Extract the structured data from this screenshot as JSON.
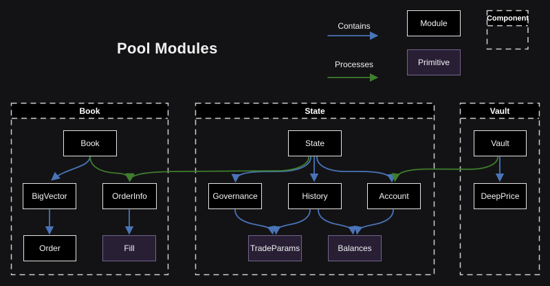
{
  "page_title": "Pool Modules",
  "legend": {
    "contains_label": "Contains",
    "processes_label": "Processes",
    "module_label": "Module",
    "primitive_label": "Primitive",
    "component_label": "Component"
  },
  "containers": {
    "book": {
      "title": "Book"
    },
    "state": {
      "title": "State"
    },
    "vault": {
      "title": "Vault"
    }
  },
  "nodes": {
    "book": {
      "label": "Book",
      "type": "module"
    },
    "bigvector": {
      "label": "BigVector",
      "type": "module"
    },
    "orderinfo": {
      "label": "OrderInfo",
      "type": "module"
    },
    "order": {
      "label": "Order",
      "type": "module"
    },
    "fill": {
      "label": "Fill",
      "type": "primitive"
    },
    "state": {
      "label": "State",
      "type": "module"
    },
    "governance": {
      "label": "Governance",
      "type": "module"
    },
    "history": {
      "label": "History",
      "type": "module"
    },
    "account": {
      "label": "Account",
      "type": "module"
    },
    "tradeparams": {
      "label": "TradeParams",
      "type": "primitive"
    },
    "balances": {
      "label": "Balances",
      "type": "primitive"
    },
    "vault": {
      "label": "Vault",
      "type": "module"
    },
    "deepprice": {
      "label": "DeepPrice",
      "type": "module"
    }
  },
  "edges": [
    {
      "from": "Book",
      "to": "BigVector",
      "type": "contains"
    },
    {
      "from": "BigVector",
      "to": "Order",
      "type": "contains"
    },
    {
      "from": "OrderInfo",
      "to": "Fill",
      "type": "contains"
    },
    {
      "from": "State",
      "to": "Governance",
      "type": "contains"
    },
    {
      "from": "State",
      "to": "History",
      "type": "contains"
    },
    {
      "from": "State",
      "to": "Account",
      "type": "contains"
    },
    {
      "from": "Governance",
      "to": "TradeParams",
      "type": "contains"
    },
    {
      "from": "History",
      "to": "TradeParams",
      "type": "contains"
    },
    {
      "from": "History",
      "to": "Balances",
      "type": "contains"
    },
    {
      "from": "Account",
      "to": "Balances",
      "type": "contains"
    },
    {
      "from": "Vault",
      "to": "DeepPrice",
      "type": "contains"
    },
    {
      "from": "Book",
      "to": "OrderInfo",
      "type": "processes"
    },
    {
      "from": "State",
      "to": "OrderInfo",
      "type": "processes"
    },
    {
      "from": "Vault",
      "to": "Account",
      "type": "processes"
    }
  ],
  "colors": {
    "background": "#131315",
    "contains_blue": "#4a74b8",
    "processes_green": "#3f7e2d",
    "module_fill": "#000000",
    "module_border": "#e7e7e7",
    "primitive_fill": "#281f35",
    "primitive_border": "#77648f",
    "dash_border": "#cfd0d1"
  }
}
